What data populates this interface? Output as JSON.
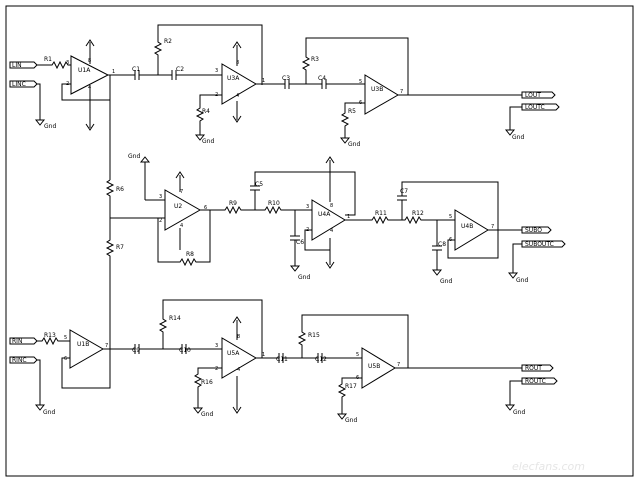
{
  "ports": {
    "lin": "LIN",
    "linc": "LINC",
    "rin": "RIN",
    "rinc": "RINC",
    "lout": "LOUT",
    "loutc": "LOUTC",
    "sub": "SUBO",
    "subc": "SUBOUTC",
    "rout": "ROUT",
    "routc": "ROUTC"
  },
  "opamps": {
    "u1a": "U1A",
    "u3a": "U3A",
    "u3b": "U3B",
    "u2": "U2",
    "u4a": "U4A",
    "u4b": "U4B",
    "u1b": "U1B",
    "u5a": "U5A",
    "u5b": "U5B"
  },
  "resistors": {
    "r1": "R1",
    "r2": "R2",
    "r3": "R3",
    "r4": "R4",
    "r5": "R5",
    "r6": "R6",
    "r7": "R7",
    "r8": "R8",
    "r9": "R9",
    "r10": "R10",
    "r11": "R11",
    "r12": "R12",
    "r13": "R13",
    "r14": "R14",
    "r15": "R15",
    "r16": "R16",
    "r17": "R17"
  },
  "capacitors": {
    "c1": "C1",
    "c2": "C2",
    "c3": "C3",
    "c4": "C4",
    "c5": "C5",
    "c6": "C6",
    "c7": "C7",
    "c8": "C8",
    "c9": "C9",
    "c10": "C10",
    "c11": "C11",
    "c12": "C12"
  },
  "grounds": {
    "label": "Gnd"
  },
  "watermark": "elecfans.com"
}
